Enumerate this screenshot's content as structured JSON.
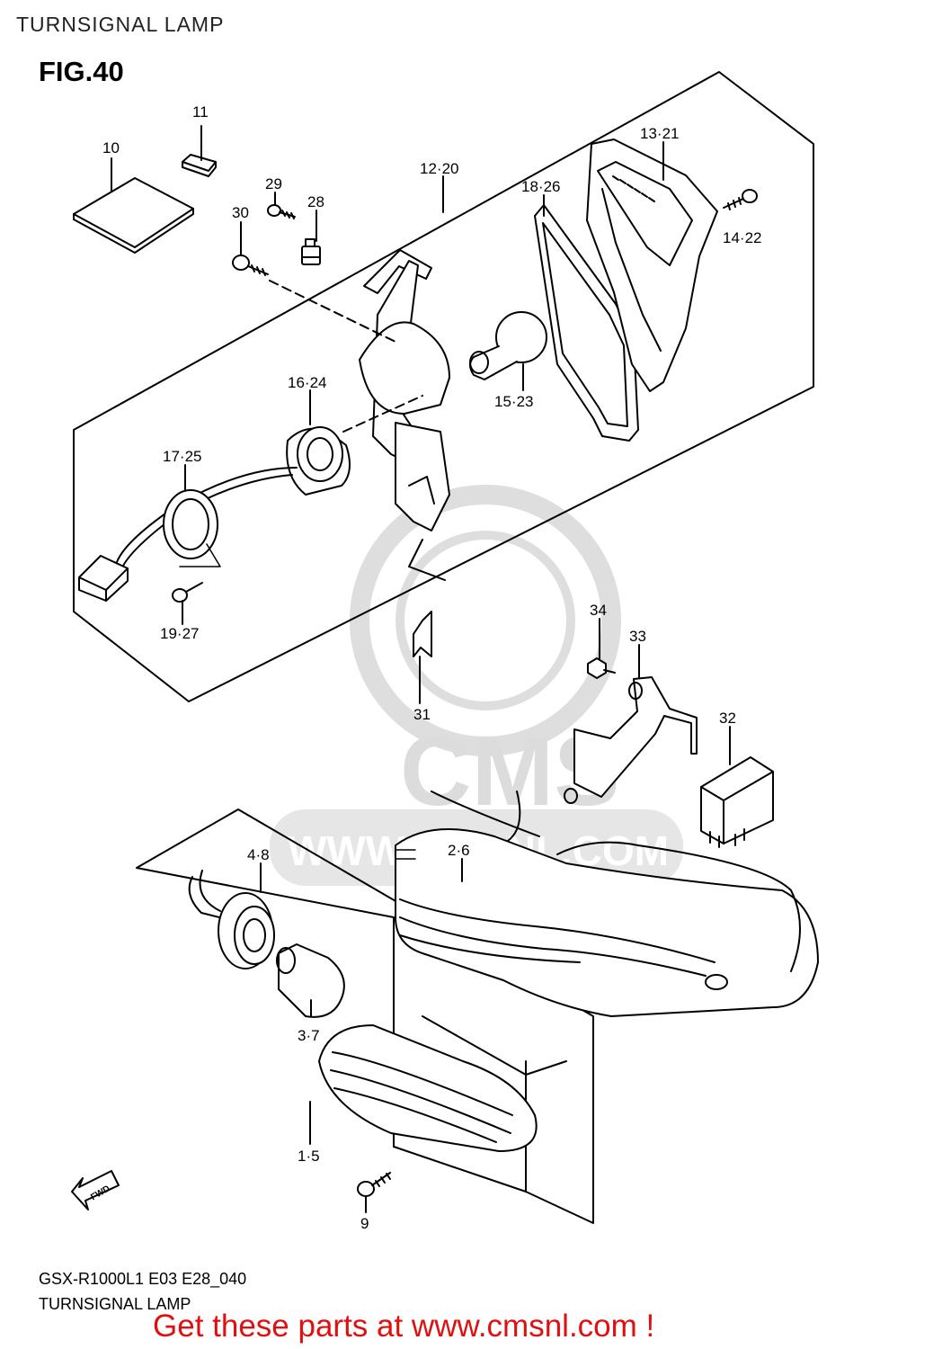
{
  "header": {
    "title": "TURNSIGNAL LAMP"
  },
  "figure": {
    "number": "FIG.40"
  },
  "callouts": {
    "c10": "10",
    "c11": "11",
    "c29": "29",
    "c28": "28",
    "c30": "30",
    "c12_20": "12·20",
    "c18_26": "18·26",
    "c13_21": "13·21",
    "c14_22": "14·22",
    "c16_24": "16·24",
    "c15_23": "15·23",
    "c17_25": "17·25",
    "c19_27": "19·27",
    "c31": "31",
    "c34": "34",
    "c33": "33",
    "c32": "32",
    "c4_8": "4·8",
    "c2_6": "2·6",
    "c3_7": "3·7",
    "c1_5": "1·5",
    "c9": "9"
  },
  "direction_marker": "FWD",
  "watermark": {
    "brand": "CMS",
    "url": "WWW.CMSNL.COM"
  },
  "footer": {
    "model_code": "GSX-R1000L1 E03 E28_040",
    "title": "TURNSIGNAL LAMP",
    "promo": "Get these parts at www.cmsnl.com !"
  },
  "colors": {
    "promo": "#e01010",
    "line": "#000000",
    "watermark": "#dcdcdc"
  }
}
